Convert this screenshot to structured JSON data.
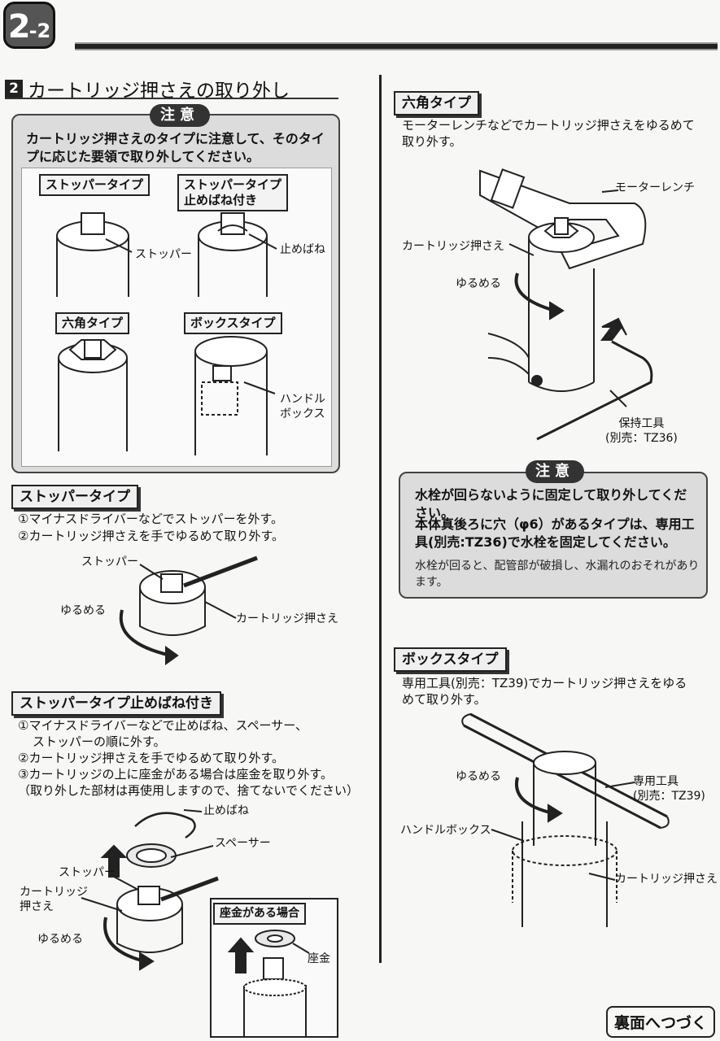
{
  "header": {
    "page_number": "2",
    "page_sub": "-2"
  },
  "section": {
    "number": "2",
    "title": "カートリッジ押さえの取り外し"
  },
  "caution_main": {
    "label": "注意",
    "text": "カートリッジ押さえのタイプに注意して、そのタイプに応じた要領で取り外してください。",
    "types": {
      "stopper": "ストッパータイプ",
      "stopper_spring_line1": "ストッパータイプ",
      "stopper_spring_line2": "止めばね付き",
      "hex": "六角タイプ",
      "box": "ボックスタイプ"
    },
    "callouts": {
      "stopper": "ストッパー",
      "spring": "止めばね",
      "handle_box_line1": "ハンドル",
      "handle_box_line2": "ボックス"
    }
  },
  "stopper_section": {
    "title": "ストッパータイプ",
    "steps": [
      "①マイナスドライバーなどでストッパーを外す。",
      "②カートリッジ押さえを手でゆるめて取り外す。"
    ],
    "callouts": {
      "stopper": "ストッパー",
      "loosen": "ゆるめる",
      "cartridge_holder": "カートリッジ押さえ"
    }
  },
  "stopper_spring_section": {
    "title": "ストッパータイプ止めばね付き",
    "steps": [
      "①マイナスドライバーなどで止めばね、スペーサー、",
      "ストッパーの順に外す。",
      "②カートリッジ押さえを手でゆるめて取り外す。",
      "③カートリッジの上に座金がある場合は座金を取り外す。",
      "（取り外した部材は再使用しますので、捨てないでください）"
    ],
    "callouts": {
      "spring": "止めばね",
      "spacer": "スペーサー",
      "stopper": "ストッパー",
      "cartridge_holder_line1": "カートリッジ",
      "cartridge_holder_line2": "押さえ",
      "loosen": "ゆるめる"
    },
    "inset": {
      "title": "座金がある場合",
      "washer": "座金"
    }
  },
  "hex_section": {
    "title": "六角タイプ",
    "text_line1": "モーターレンチなどでカートリッジ押さえをゆるめて",
    "text_line2": "取り外す。",
    "callouts": {
      "wrench": "モーターレンチ",
      "cartridge_holder": "カートリッジ押さえ",
      "loosen": "ゆるめる",
      "holding_tool_line1": "保持工具",
      "holding_tool_line2": "(別売：TZ36)"
    }
  },
  "caution_right": {
    "label": "注意",
    "text_line1": "水栓が回らないように固定して取り外してください。",
    "text_line2": "本体真後ろに穴（φ6）があるタイプは、専用工具(別売:TZ36)で水栓を固定してください。",
    "sub_text": "水栓が回ると、配管部が破損し、水漏れのおそれがあります。"
  },
  "box_section": {
    "title": "ボックスタイプ",
    "text_line1": "専用工具(別売：TZ39)でカートリッジ押さえをゆる",
    "text_line2": "めて取り外す。",
    "callouts": {
      "loosen": "ゆるめる",
      "tool_line1": "専用工具",
      "tool_line2": "(別売：TZ39)",
      "handle_box": "ハンドルボックス",
      "cartridge_holder": "カートリッジ押さえ"
    }
  },
  "footer": {
    "continue": "裏面へつづく"
  }
}
